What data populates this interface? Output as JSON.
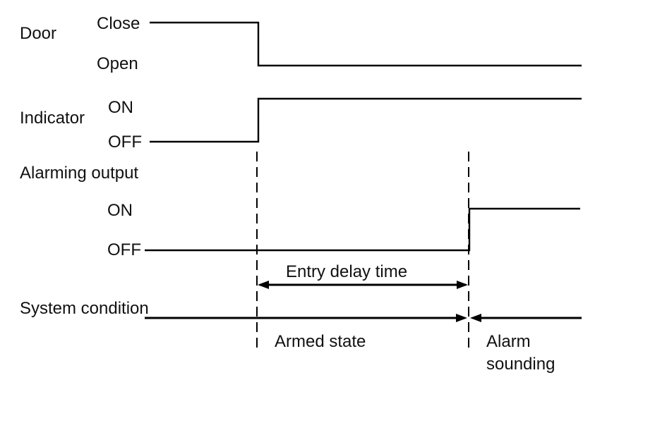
{
  "signals": {
    "door": {
      "name": "Door",
      "high_label": "Close",
      "low_label": "Open",
      "initial": "Close",
      "final": "Open"
    },
    "indicator": {
      "name": "Indicator",
      "high_label": "ON",
      "low_label": "OFF",
      "initial": "OFF",
      "final": "ON"
    },
    "alarming_output": {
      "name": "Alarming output",
      "high_label": "ON",
      "low_label": "OFF",
      "initial": "OFF",
      "final": "ON"
    },
    "system_condition": {
      "name": "System condition"
    }
  },
  "intervals": {
    "entry_delay": "Entry delay time",
    "armed": "Armed state",
    "alarm_line1": "Alarm",
    "alarm_line2": "sounding"
  },
  "colors": {
    "line": "#000000",
    "text": "#111111",
    "background": "#ffffff"
  }
}
